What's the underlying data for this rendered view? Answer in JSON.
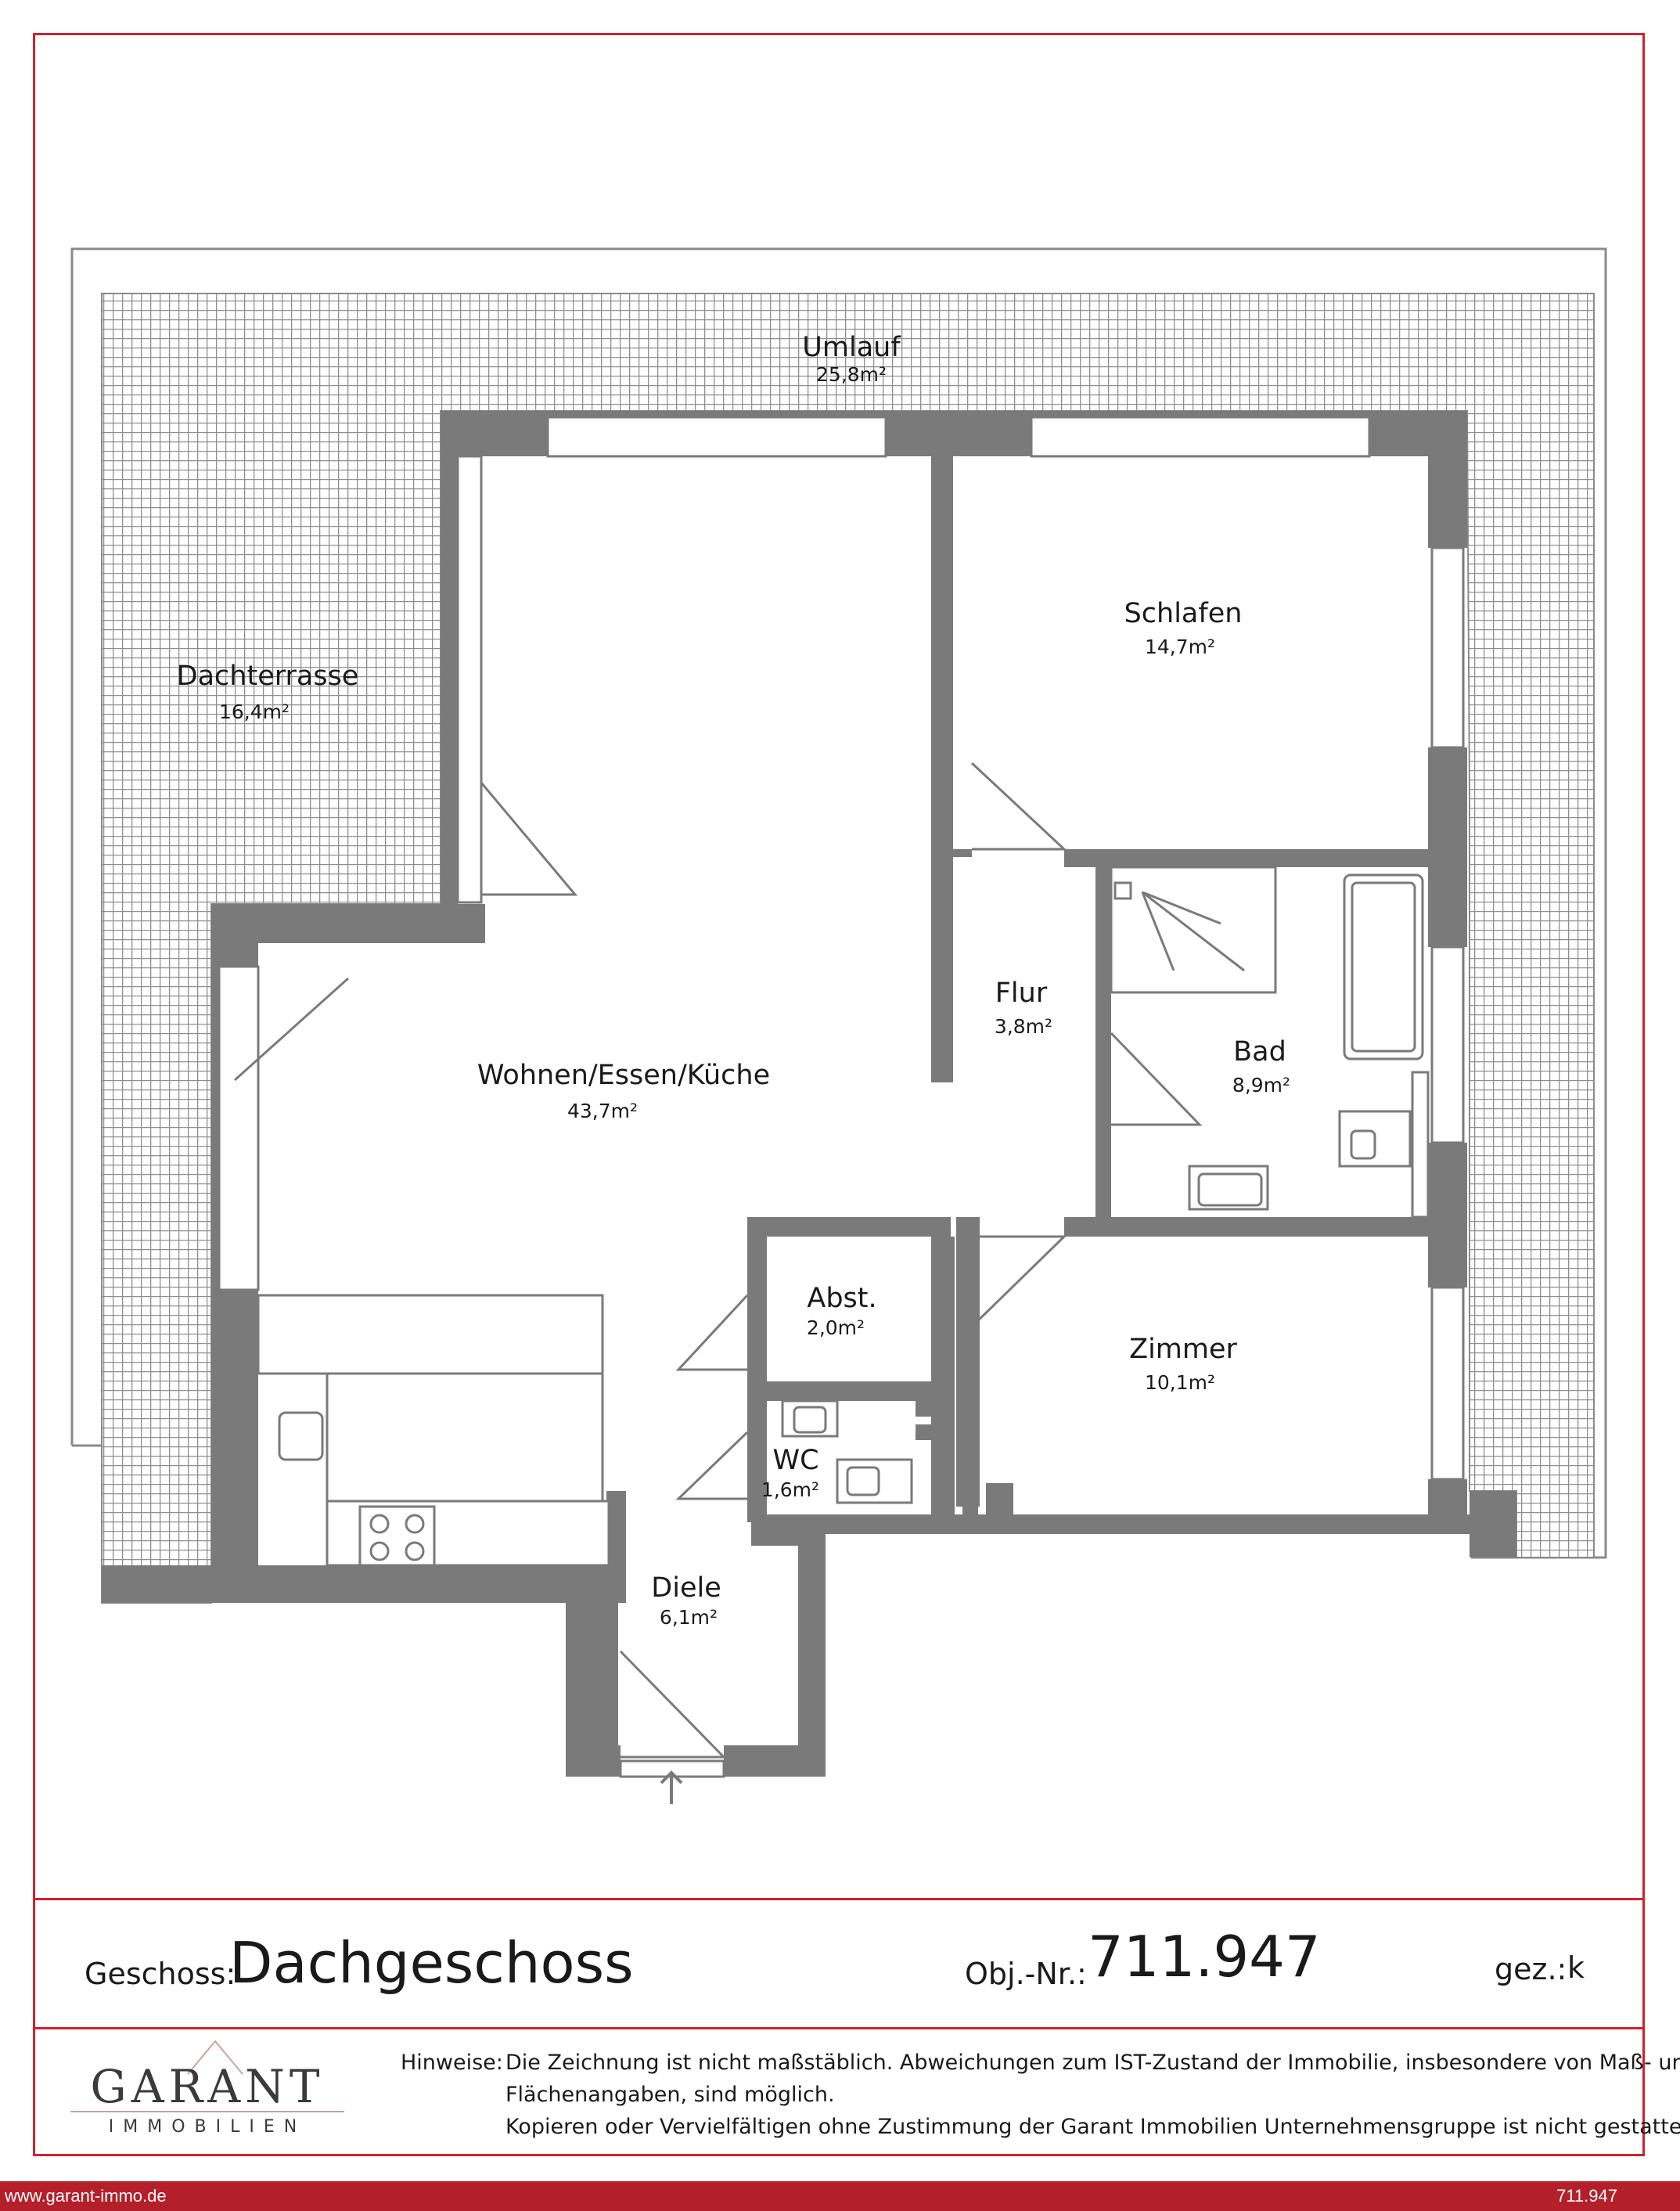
{
  "plan": {
    "rooms": [
      {
        "name": "Umlauf",
        "area": "25,8m²"
      },
      {
        "name": "Dachterrasse",
        "area": "16,4m²"
      },
      {
        "name": "Schlafen",
        "area": "14,7m²"
      },
      {
        "name": "Flur",
        "area": "3,8m²"
      },
      {
        "name": "Bad",
        "area": "8,9m²"
      },
      {
        "name": "Wohnen/Essen/Küche",
        "area": "43,7m²"
      },
      {
        "name": "Abst.",
        "area": "2,0m²"
      },
      {
        "name": "Zimmer",
        "area": "10,1m²"
      },
      {
        "name": "WC",
        "area": "1,6m²"
      },
      {
        "name": "Diele",
        "area": "6,1m²"
      }
    ],
    "entrance_icon": "up-arrow-icon"
  },
  "colors": {
    "frame": "#d1202f",
    "wall": "#7a7a7a",
    "terrace_hatch": "#9a9a9a",
    "footer": "#b3202a"
  },
  "title_block": {
    "geschoss_label": "Geschoss:",
    "geschoss_value": "Dachgeschoss",
    "obj_label": "Obj.-Nr.:",
    "obj_value": "711.947",
    "gez_label": "gez.:",
    "gez_value": "k"
  },
  "logo": {
    "name": "GARANT",
    "sub": "IMMOBILIEN"
  },
  "hinweise": {
    "label": "Hinweise:",
    "lines": [
      "Die Zeichnung ist nicht maßstäblich. Abweichungen zum IST-Zustand der Immobilie, insbesondere von Maß- und",
      "Flächenangaben, sind möglich.",
      "Kopieren oder Vervielfältigen ohne Zustimmung der Garant Immobilien Unternehmensgruppe ist nicht gestattet!"
    ]
  },
  "footer": {
    "website": "www.garant-immo.de",
    "number": "711.947"
  }
}
